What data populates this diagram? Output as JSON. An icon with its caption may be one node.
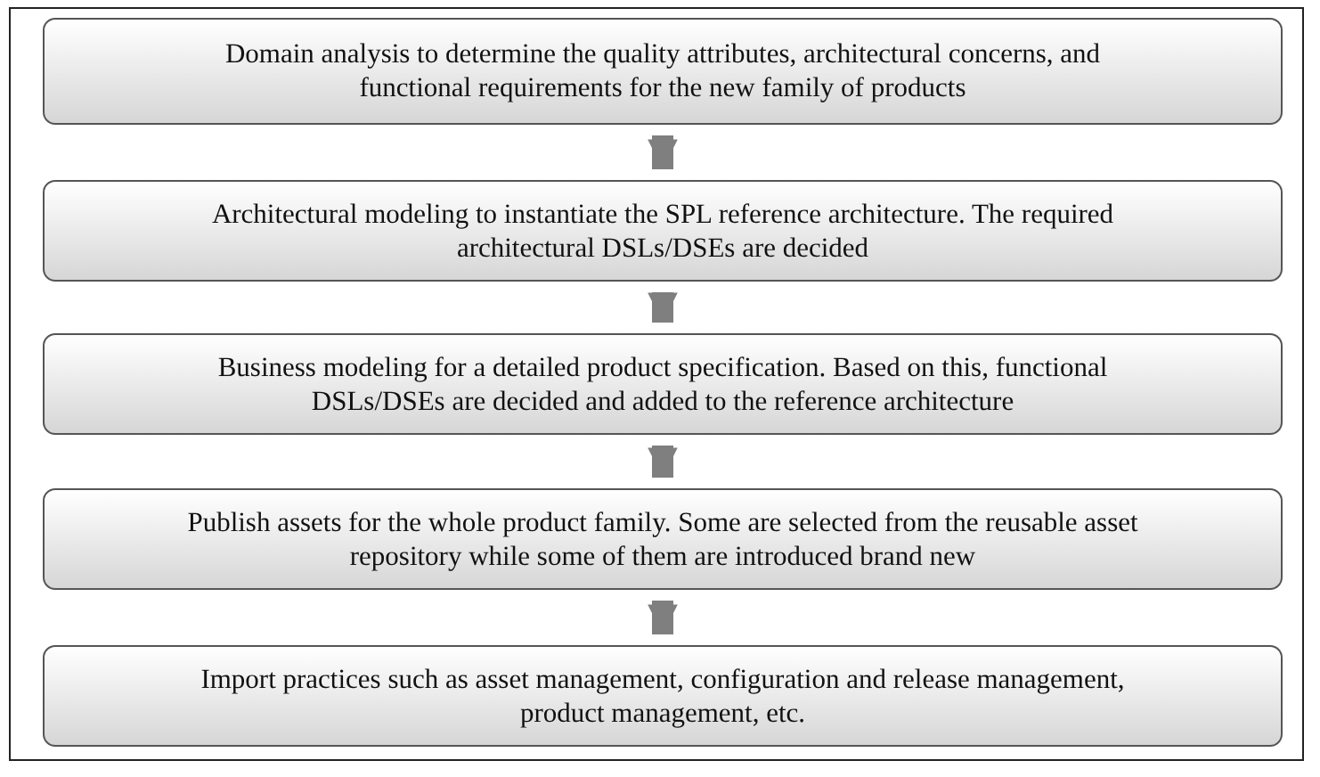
{
  "diagram": {
    "nodes": [
      {
        "text": [
          "Domain analysis to determine the quality attributes, architectural concerns, and functional requirements for the new family of products"
        ]
      },
      {
        "text": [
          "Architectural modeling to instantiate the SPL reference architecture. The required architectural DSLs/DSEs are decided"
        ]
      },
      {
        "text": [
          "Business modeling for a detailed product specification. Based on this, functional DSLs/DSEs are decided and added to the reference architecture"
        ]
      },
      {
        "text": [
          "Publish assets for the whole product family. Some are selected from the reusable asset repository while some of them are introduced brand new"
        ]
      },
      {
        "text": [
          "Import practices such as asset management, configuration and release management, product management, etc."
        ]
      }
    ],
    "edges": [
      {
        "from": 0,
        "to": 1,
        "arrow": "to"
      },
      {
        "from": 1,
        "to": 2,
        "arrow": "to"
      },
      {
        "from": 2,
        "to": 3,
        "arrow": "to"
      },
      {
        "from": 3,
        "to": 4,
        "arrow": "to"
      }
    ]
  }
}
